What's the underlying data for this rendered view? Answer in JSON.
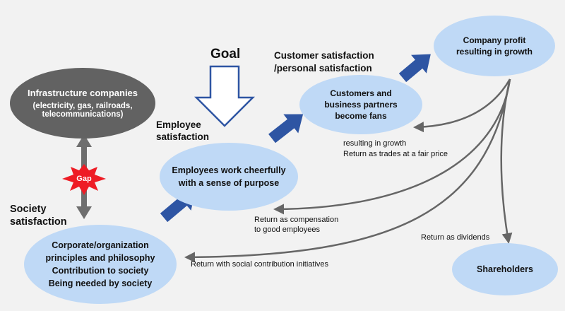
{
  "infra": {
    "title": "Infrastructure companies",
    "line1": "(electricity, gas, railroads,",
    "line2": "telecommunications)"
  },
  "gap_label": "Gap",
  "society_satisfaction": [
    "Society",
    "satisfaction"
  ],
  "corporate": [
    "Corporate/organization",
    "principles and philosophy",
    "Contribution to society",
    "Being needed by society"
  ],
  "goal_label": "Goal",
  "employee_satisfaction": [
    "Employee",
    "satisfaction"
  ],
  "employees": [
    "Employees work cheerfully",
    "with a sense of purpose"
  ],
  "customer_satisfaction": [
    "Customer satisfaction",
    "/personal satisfaction"
  ],
  "customers": [
    "Customers and",
    "business partners",
    "become fans"
  ],
  "profit": [
    "Company profit",
    "resulting in growth"
  ],
  "shareholders": "Shareholders",
  "returns": {
    "trades": [
      "resulting in growth",
      "Return as trades at a fair price"
    ],
    "compensation": [
      "Return as compensation",
      "to good employees"
    ],
    "dividends": "Return as dividends",
    "social": "Return with social contribution initiatives"
  },
  "colors": {
    "light_oval": "#bfd9f6",
    "dark_oval": "#626262",
    "arrow_blue": "#2e55a3",
    "return_arrow": "#666666",
    "gap_burst": "#ee1c25"
  }
}
